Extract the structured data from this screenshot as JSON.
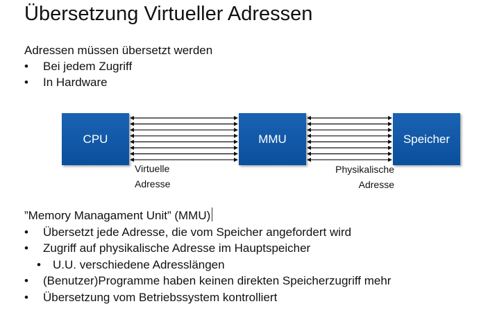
{
  "title": "Übersetzung Virtueller Adressen",
  "intro": {
    "heading": "Adressen müssen übersetzt werden",
    "bullets": [
      "Bei jedem Zugriff",
      "In Hardware"
    ]
  },
  "diagram": {
    "boxes": {
      "cpu": "CPU",
      "mmu": "MMU",
      "memory": "Speicher"
    },
    "captions": {
      "virtual_line1": "Virtuelle",
      "virtual_line2": "Adresse",
      "physical_line1": "Physikalische",
      "physical_line2": "Adresse"
    },
    "box_color": "#0b55a5",
    "bus_lines_each_side": 8
  },
  "mmu_section": {
    "heading": "”Memory Managament Unit” (MMU)",
    "bullets": [
      "Übersetzt jede Adresse, die vom Speicher angefordert wird",
      "Zugriff auf physikalische Adresse im Hauptspeicher",
      "U.U. verschiedene Adresslängen",
      "(Benutzer)Programme haben keinen direkten Speicherzugriff mehr",
      "Übersetzung vom Betriebssystem kontrolliert"
    ],
    "bullet_char": "•"
  }
}
